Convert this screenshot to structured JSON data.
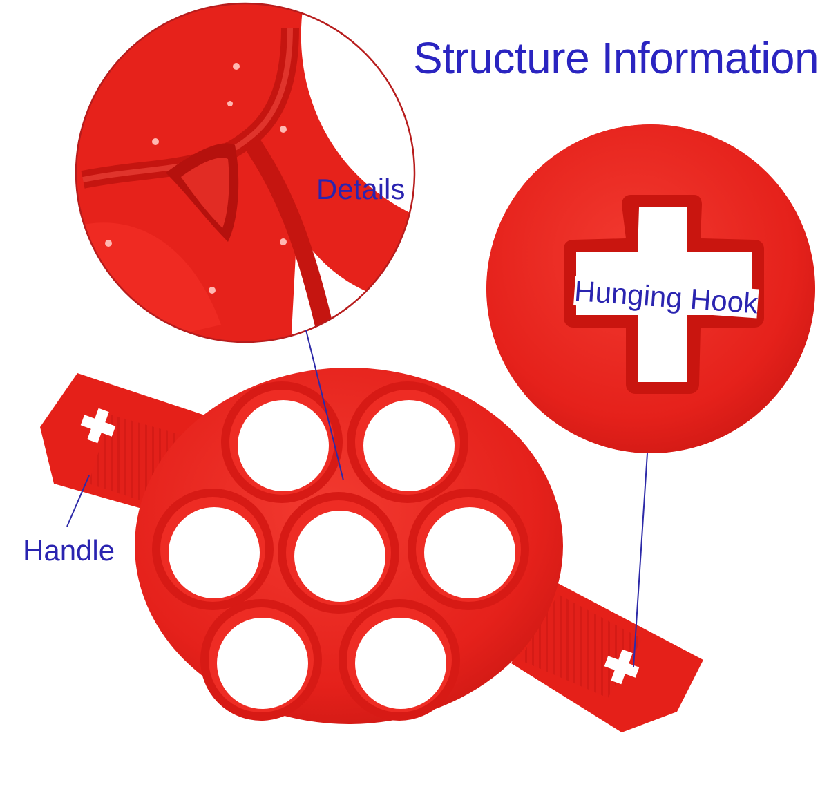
{
  "title": "Structure Information",
  "callouts": {
    "details": "Details",
    "hook": "Hunging Hook",
    "handle": "Handle"
  },
  "colors": {
    "silicone": "#e8201c",
    "silicone_dark": "#c41511",
    "label_text": "#2a24b0",
    "leader_line": "#2d2aa8",
    "background": "#ffffff"
  },
  "product": {
    "cavities": 7,
    "shape": "round pancake mold with two handles",
    "icons": [
      "cross-hook-icon"
    ]
  }
}
